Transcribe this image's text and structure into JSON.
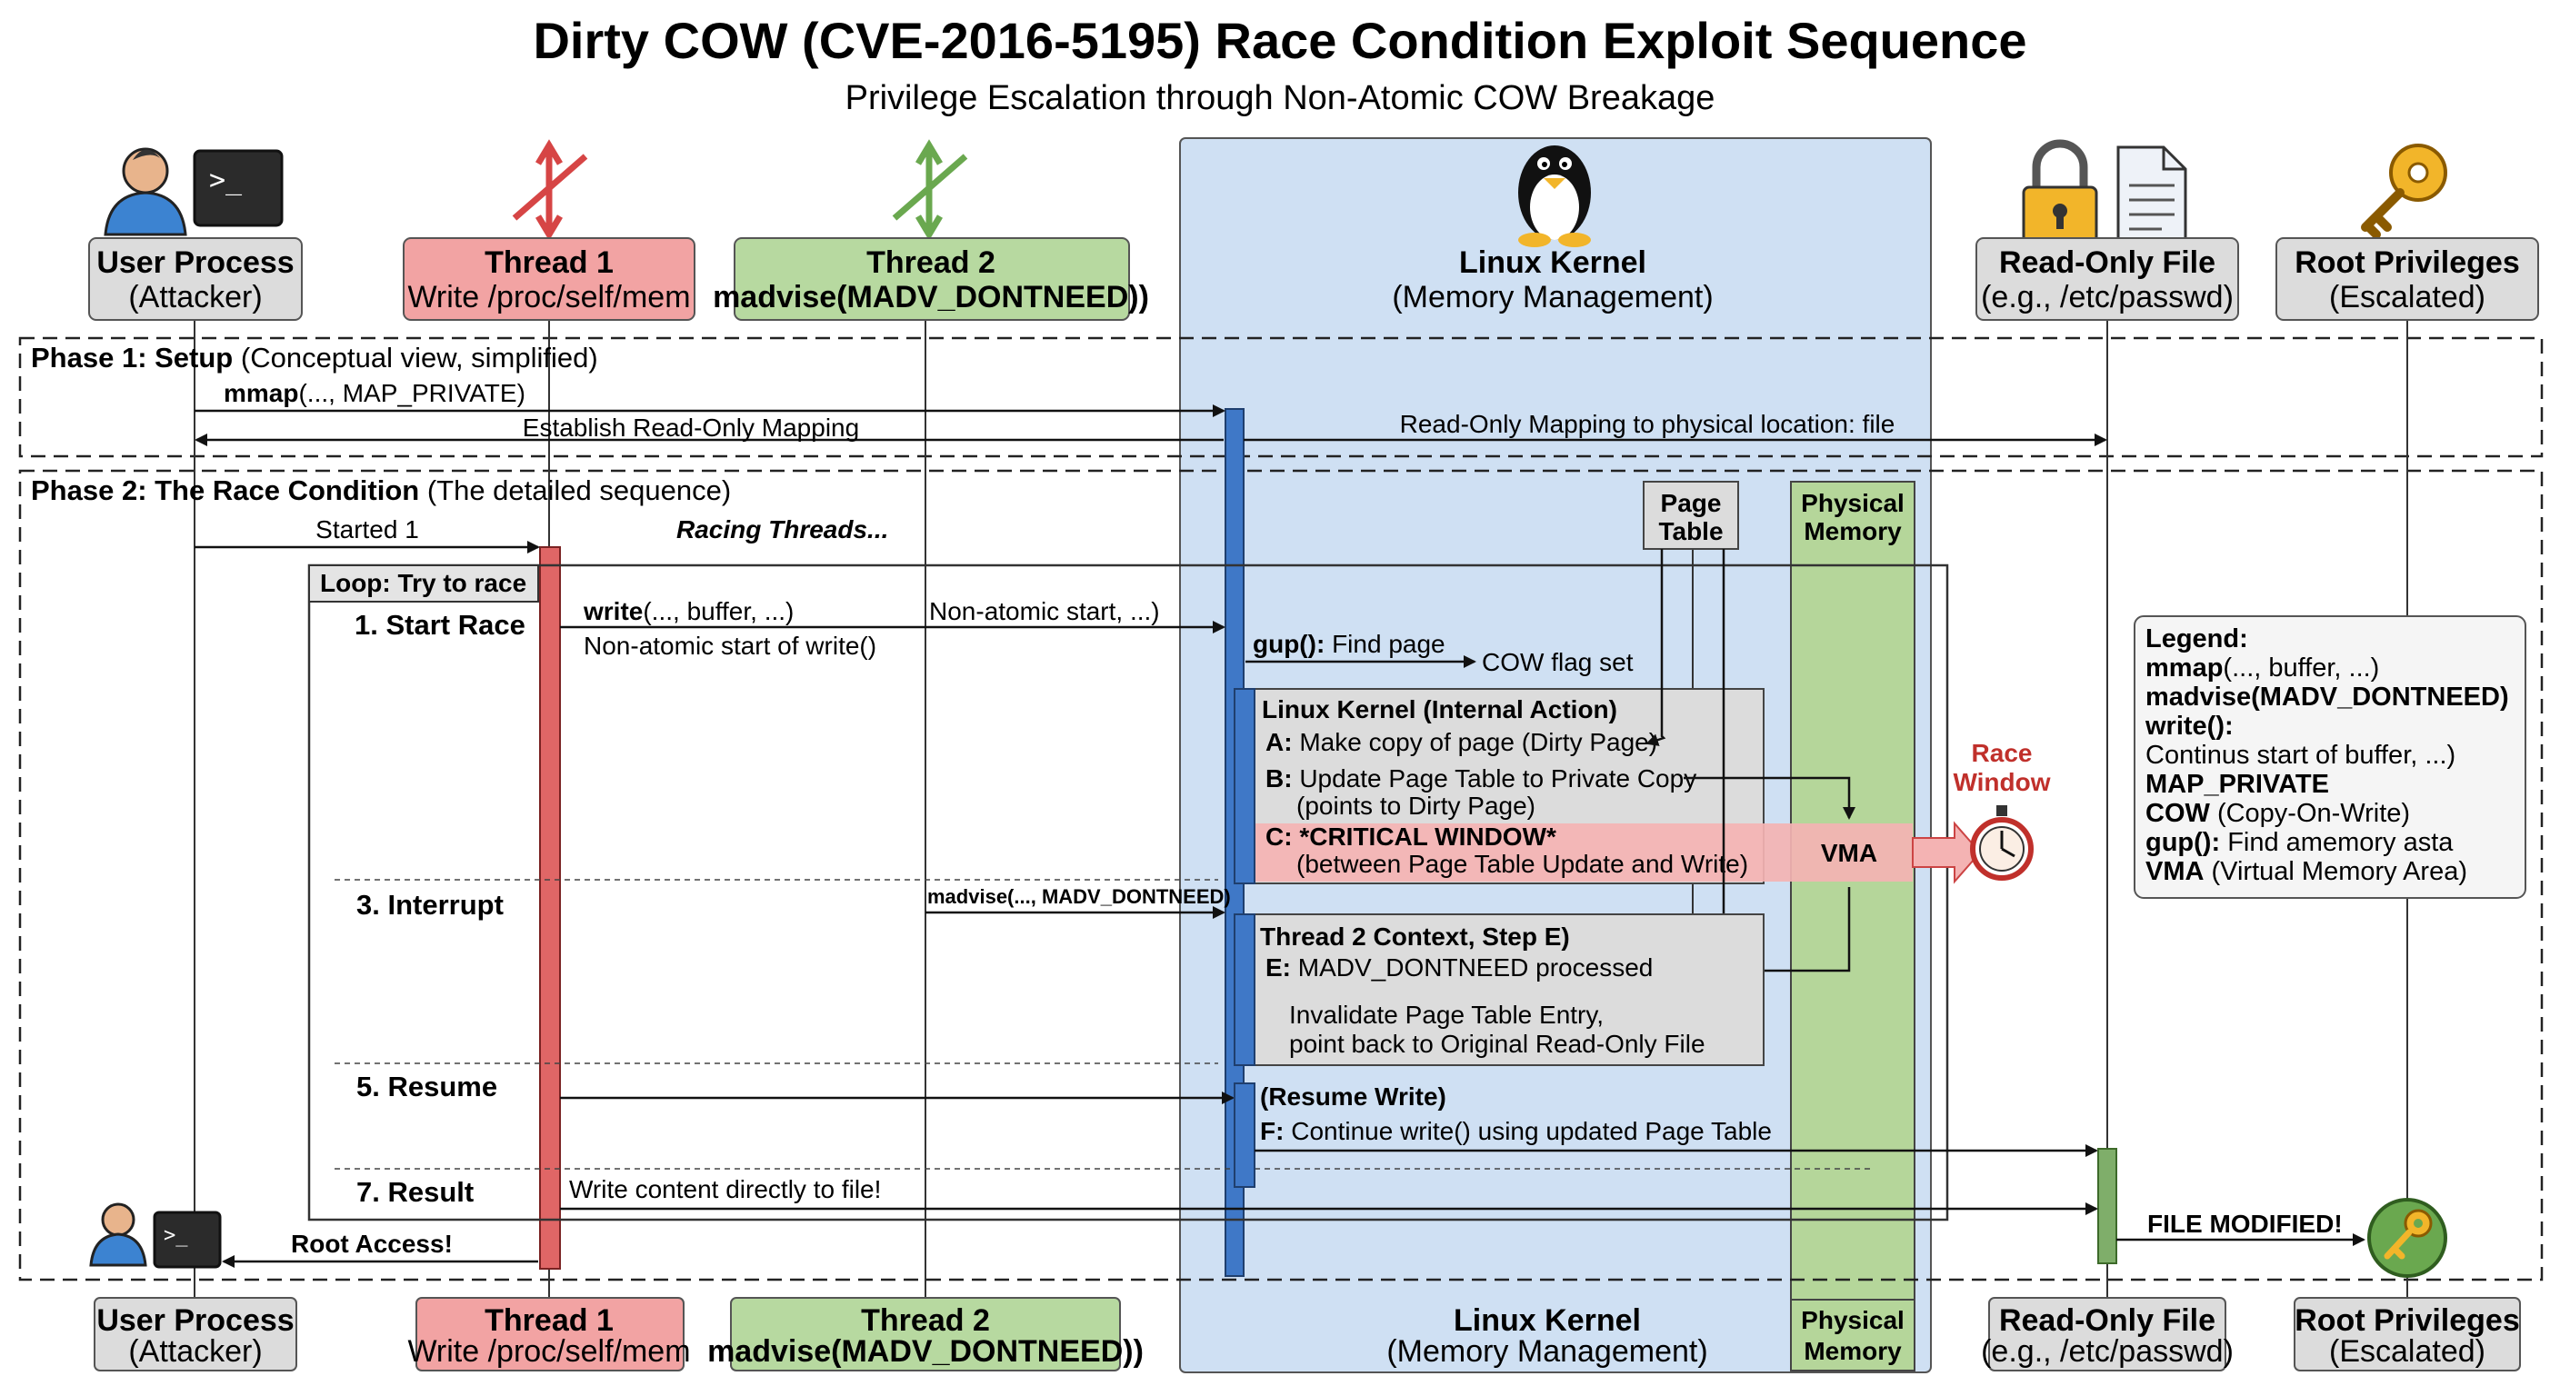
{
  "title": "Dirty COW (CVE-2016-5195) Race Condition Exploit Sequence",
  "subtitle": "Privilege Escalation through Non-Atomic COW Breakage",
  "participants": {
    "user": {
      "name": "User Process",
      "sub": "(Attacker)"
    },
    "thread1": {
      "name": "Thread 1",
      "sub": "Write /proc/self/mem"
    },
    "thread2": {
      "name": "Thread 2",
      "sub": "madvise(MADV_DONTNEED))"
    },
    "kernel": {
      "name": "Linux Kernel",
      "sub": "(Memory Management)"
    },
    "file": {
      "name": "Read-Only File",
      "sub": "(e.g., /etc/passwd)"
    },
    "root": {
      "name": "Root Privileges",
      "sub": "(Escalated)"
    },
    "page_table": "Page Table",
    "physical_memory": "Physical Memory"
  },
  "phase1": {
    "title": "Phase 1: Setup",
    "note": "(Conceptual view, simplified)",
    "msg_mmap_fn": "mmap",
    "msg_mmap_args": "(..., MAP_PRIVATE)",
    "msg_establish": "Establish Read-Only Mapping",
    "msg_ro_mapping": "Read-Only Mapping to physical location: file"
  },
  "phase2": {
    "title": "Phase 2: The Race Condition",
    "note": "(The detailed sequence)",
    "started": "Started 1",
    "racing": "Racing Threads...",
    "loop": "Loop: Try to race",
    "step1": "1. Start Race",
    "write_fn": "write",
    "write_args": "(..., buffer, ...)",
    "non_atomic_start": "Non-atomic start of write()",
    "non_atomic_short": "Non-atomic start, ...)",
    "gup_fn": "gup():",
    "gup_text": "Find page",
    "cow_flag": "COW flag set",
    "internal_title": "Linux Kernel (Internal Action)",
    "a_key": "A:",
    "a_text": "Make copy of page (Dirty Page)",
    "b_key": "B:",
    "b_text": "Update Page Table to Private Copy",
    "b_text2": "(points to Dirty Page)",
    "c_key": "C:",
    "c_text": "*CRITICAL WINDOW*",
    "c_text2": "(between Page Table Update and Write)",
    "vma": "VMA",
    "race_window": [
      "Race",
      "Window"
    ],
    "step3": "3. Interrupt",
    "madvise_call": "madvise(..., MADV_DONTNEED)",
    "t2_title": "Thread 2 Context, Step E)",
    "e_key": "E:",
    "e_text": "MADV_DONTNEED processed",
    "e_text2": "Invalidate Page Table Entry,",
    "e_text3": "point back to Original Read-Only File",
    "step5": "5. Resume",
    "resume_title": "(Resume Write)",
    "f_key": "F:",
    "f_text": "Continue write() using updated Page Table",
    "step7": "7. Result",
    "write_direct": "Write content directly to file!",
    "root_access": "Root Access!",
    "file_modified": "FILE MODIFIED!"
  },
  "legend": {
    "title": "Legend:",
    "items": [
      {
        "key": "mmap",
        "text": "(..., buffer, ...)"
      },
      {
        "key": "madvise(MADV_DONTNEED)",
        "text": ""
      },
      {
        "key": "write():",
        "text": ""
      },
      {
        "key": "",
        "text": "Continus start of buffer, ...)"
      },
      {
        "key": "MAP_PRIVATE",
        "text": ""
      },
      {
        "key": "COW",
        "text": "(Copy-On-Write)"
      },
      {
        "key": "gup():",
        "text": "Find amemory asta"
      },
      {
        "key": "VMA",
        "text": "(Virtual Memory Area)"
      }
    ]
  },
  "colors": {
    "thread1_fill": "#f2a3a3",
    "thread2_fill": "#b7d9a0",
    "kernel_fill": "#cfe0f3",
    "gray_fill": "#dcdcdc",
    "activation_blue": "#3f78c7",
    "activation_red": "#e06666",
    "activation_green": "#7fae6a",
    "critical": "#f4b3b3",
    "physical": "#b5d69a"
  },
  "icons": [
    "user-icon",
    "terminal-icon",
    "lock-icon",
    "document-icon",
    "key-icon",
    "tux-icon",
    "stopwatch-icon",
    "crossed-arrows-icon"
  ]
}
